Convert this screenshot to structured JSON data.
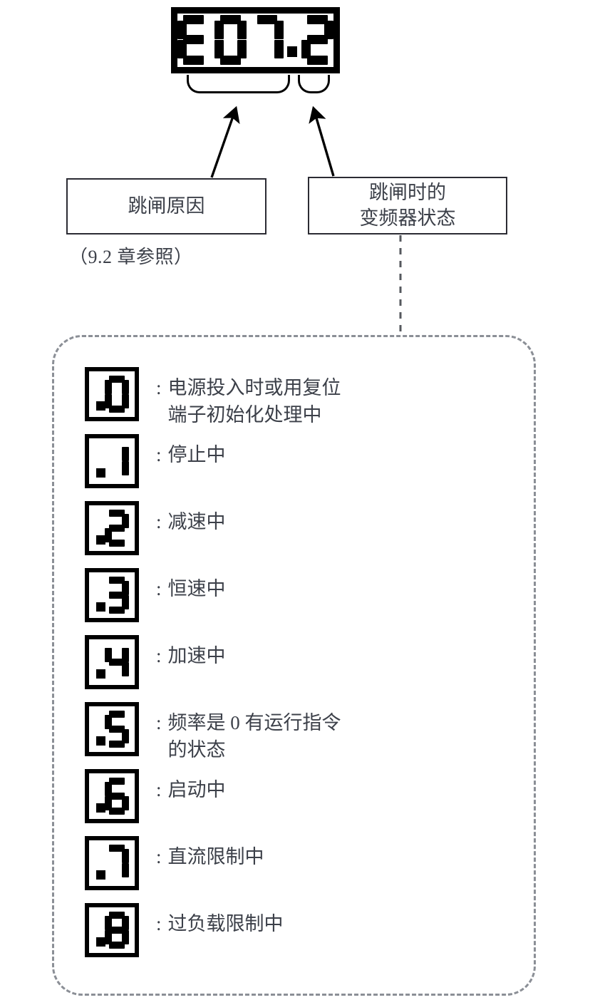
{
  "display": {
    "value": "E07.2",
    "digits": [
      "E",
      "0",
      "7",
      ".",
      "2"
    ]
  },
  "callouts": {
    "cause": {
      "label": "跳闸原因",
      "reference": "（9.2 章参照）"
    },
    "status": {
      "label": "跳闸时的\n变频器状态"
    }
  },
  "status_list": [
    {
      "digit": "0",
      "desc": "电源投入时或用复位\n端子初始化处理中",
      "separator": ":"
    },
    {
      "digit": "1",
      "desc": "停止中",
      "separator": ":"
    },
    {
      "digit": "2",
      "desc": "减速中",
      "separator": ":"
    },
    {
      "digit": "3",
      "desc": "恒速中",
      "separator": ":"
    },
    {
      "digit": "4",
      "desc": "加速中",
      "separator": ":"
    },
    {
      "digit": "5",
      "desc": "频率是 0 有运行指令\n的状态",
      "separator": ":"
    },
    {
      "digit": "6",
      "desc": "启动中",
      "separator": ":"
    },
    {
      "digit": "7",
      "desc": "直流限制中",
      "separator": ":"
    },
    {
      "digit": "8",
      "desc": "过负载限制中",
      "separator": ":"
    }
  ],
  "colors": {
    "ink": "#000000",
    "text": "#3c4049",
    "dashed_border": "#8b8f96",
    "box_border": "#2b2b33"
  }
}
